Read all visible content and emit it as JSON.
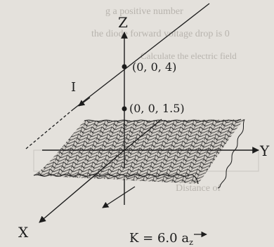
{
  "diagram": {
    "labels": {
      "z_axis": "Z",
      "y_axis": "Y",
      "x_axis": "X",
      "point_upper": "(0, 0, 4)",
      "point_lower": "(0, 0, 1.5)",
      "current": "I",
      "surface_current_prefix": "K = 6.0 a",
      "surface_current_subscript": "z"
    },
    "background_text": [
      "g a positive number",
      "the diode forward voltage drop is 0",
      "Calculate the electric field",
      "Distance of"
    ]
  }
}
